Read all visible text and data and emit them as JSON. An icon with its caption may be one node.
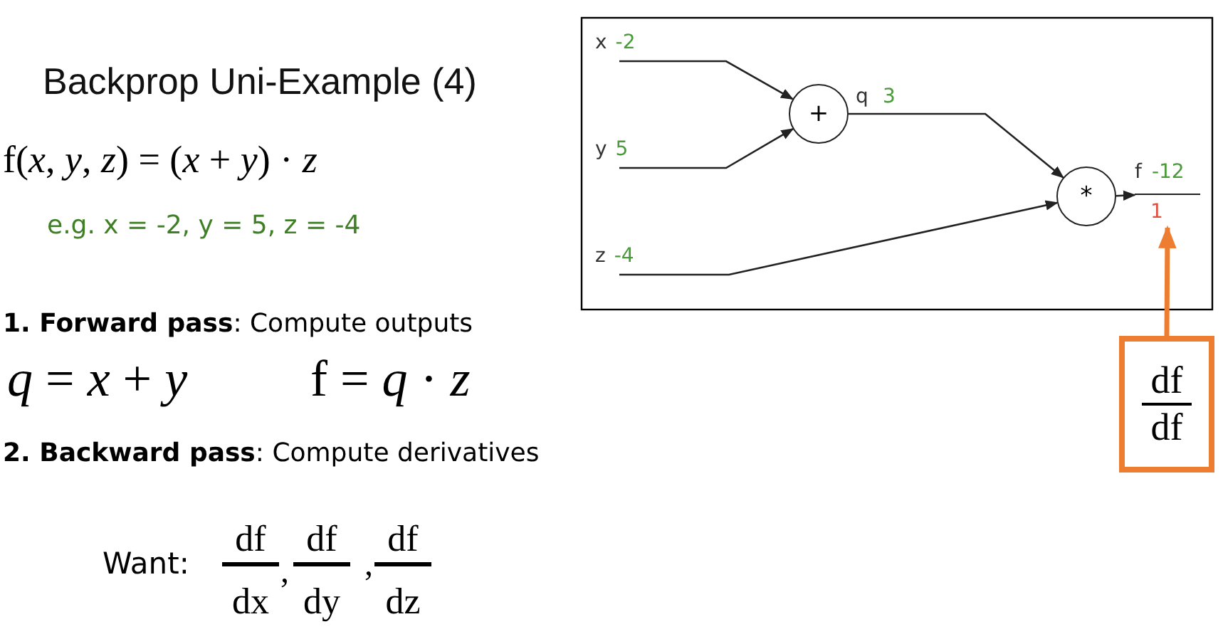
{
  "diagram": {
    "title": "Backprop Uni-Example (4)",
    "nodes": [
      {
        "text": [
          "x",
          "-2"
        ]
      },
      {
        "text": [
          "y",
          "5"
        ]
      },
      {
        "text": [
          "z",
          "-4"
        ]
      },
      {
        "text": [
          "+"
        ]
      },
      {
        "text": [
          "*"
        ]
      },
      {
        "text": [
          "df",
          "df"
        ]
      },
      {
        "text": [
          "f",
          "-12",
          "1"
        ]
      }
    ],
    "edges": [
      {
        "from": 0,
        "to": 3,
        "arrow": "to"
      },
      {
        "from": 1,
        "to": 3,
        "arrow": "to"
      },
      {
        "from": 3,
        "to": 4,
        "arrow": "to"
      },
      {
        "from": 2,
        "to": 4,
        "arrow": "to"
      },
      {
        "from": 4,
        "to": 6,
        "arrow": "to"
      },
      {
        "from": 5,
        "to": 6,
        "arrow": "to",
        "style": "thick",
        "color": "#ed7d31"
      }
    ],
    "labels": [
      "f(*x*, *y*, *z*) = (*x* + *y*) · *z*",
      "e.g. x = -2, y = 5, z = -4",
      "**1. Forward pass**: Compute outputs",
      "*q* = *x* + *y*",
      "f = *q* · *z*",
      "**2. Backward pass**: Compute derivatives",
      "Want:",
      "df",
      "dx",
      ",",
      "df",
      "dy",
      ",",
      "df",
      "dz",
      "q",
      "3"
    ]
  }
}
